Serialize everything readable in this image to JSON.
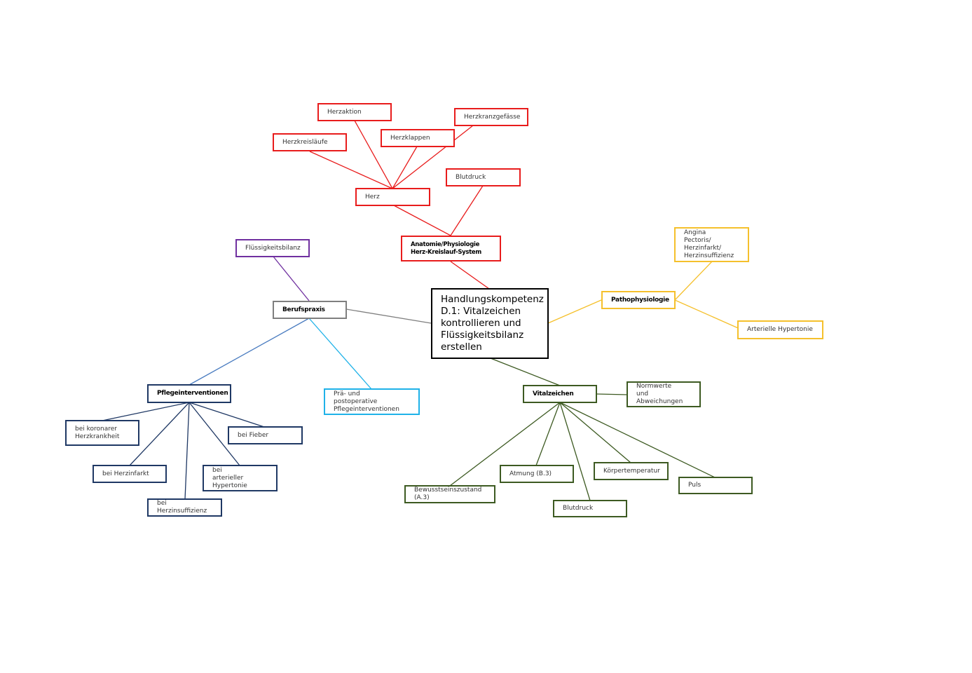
{
  "center": {
    "label": "Handlungskompetenz D.1: Vitalzeichen kontrollieren und Flüssigkeitsbilanz erstellen"
  },
  "anatomy": {
    "main": "Anatomie/Physiologie Herz-Kreislauf-System",
    "herz": "Herz",
    "blutdruck": "Blutdruck",
    "herzkreislaeufe": "Herzkreisläufe",
    "herzaktion": "Herzaktion",
    "herzklappen": "Herzklappen",
    "herzkranzgefaesse": "Herzkranzgefässe"
  },
  "patho": {
    "main": "Pathophysiologie",
    "angina": "Angina Pectoris/ Herzinfarkt/ Herzinsuffizienz",
    "hypertonie": "Arterielle Hypertonie"
  },
  "vital": {
    "main": "Vitalzeichen",
    "normwerte": "Normwerte und Abweichungen",
    "bewusstsein": "Bewusstseinszustand (A.3)",
    "atmung": "Atmung (B.3)",
    "blutdruck": "Blutdruck",
    "temperatur": "Körpertemperatur",
    "puls": "Puls"
  },
  "beruf": {
    "main": "Berufspraxis",
    "fluessigkeit": "Flüssigkeitsbilanz",
    "praepost": "Prä- und postoperative Pflegeinterventionen",
    "pflege": "Pflegeinterventionen",
    "koronar": "bei koronarer Herzkrankheit",
    "fieber": "bei Fieber",
    "herzinfarkt": "bei Herzinfarkt",
    "hypertonie": "bei arterieller Hypertonie",
    "insuffizienz": "bei Herzinsuffizienz"
  },
  "colors": {
    "anatomy": "#e81c1c",
    "patho": "#f5c02c",
    "vital": "#3d5a22",
    "beruf": "#7f7f7f",
    "pflege": "#1f3864",
    "pflege_link": "#4a7cc0",
    "fluessigkeit": "#7030a0",
    "praepost": "#1fb2e8"
  }
}
